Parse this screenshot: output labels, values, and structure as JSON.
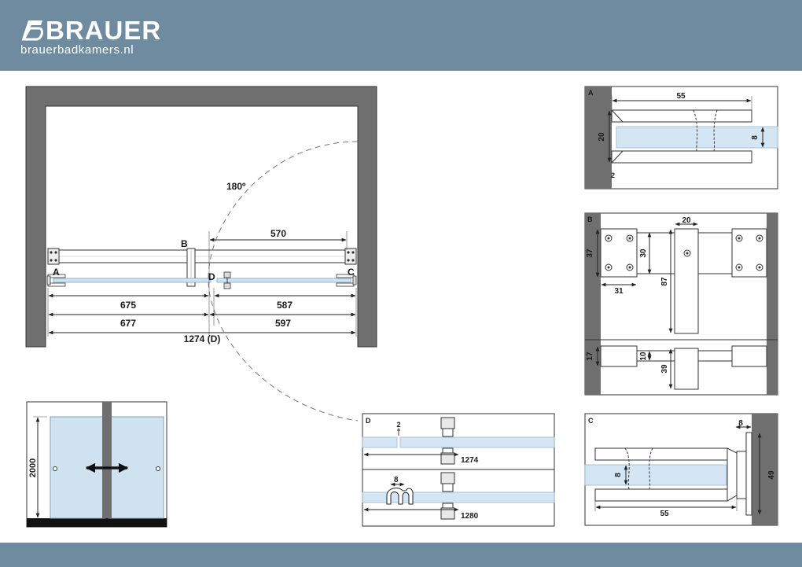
{
  "brand": {
    "name": "BRAUER",
    "url": "brauerbadkamers.nl"
  },
  "main": {
    "angle": "180º",
    "label_a": "A",
    "label_b": "B",
    "label_c": "C",
    "label_d": "D",
    "dim_top": "570",
    "dim_left_1": "675",
    "dim_right_1": "587",
    "dim_left_2": "677",
    "dim_right_2": "597",
    "dim_total": "1274 (D)"
  },
  "elevation": {
    "height": "2000"
  },
  "detail_a": {
    "label": "A",
    "width": "55",
    "height": "20",
    "glass": "8",
    "gap": "2"
  },
  "detail_b": {
    "label": "B",
    "d20": "20",
    "d37": "37",
    "d30": "30",
    "d31": "31",
    "d87": "87",
    "d17": "17",
    "d10": "10",
    "d39": "39"
  },
  "detail_c": {
    "label": "C",
    "d8_top": "8",
    "d8_glass": "8",
    "d49": "49",
    "d55": "55"
  },
  "detail_d": {
    "label": "D",
    "d2": "2",
    "d1274": "1274",
    "d8": "8",
    "d1280": "1280"
  }
}
